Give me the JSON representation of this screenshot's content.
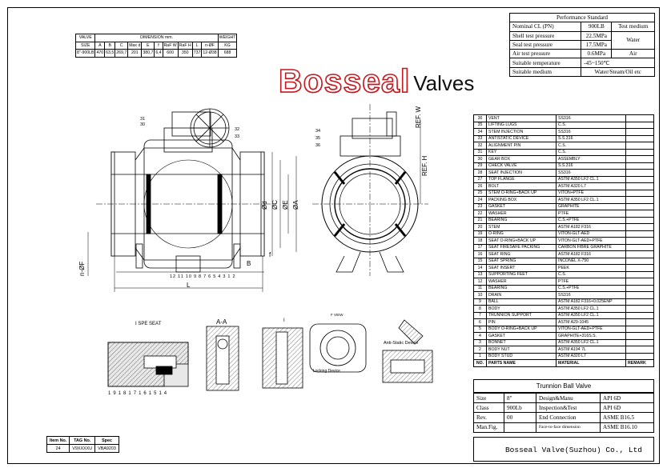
{
  "dimension_table": {
    "header_row1": {
      "valve": "VALVE",
      "dimension": "DIMENSION",
      "unit": "mm.",
      "weight": "WEIGHT"
    },
    "header_row2": [
      "SIZE",
      "A",
      "B",
      "C",
      "Max d",
      "E",
      "f",
      "RaF W",
      "RaF H",
      "L",
      "n-ØF",
      "KG"
    ],
    "values": [
      "8\"-900LB",
      "470",
      "63,5",
      "269,7",
      "201",
      "380,7",
      "6,4",
      "600",
      "350",
      "737",
      "12-Ø38",
      "688"
    ]
  },
  "performance_standard": {
    "title": "Performance Standard",
    "rows": [
      {
        "label": "Nominal CL (PN)",
        "value": "900LB",
        "medium": "Test medium"
      },
      {
        "label": "Shell test pressure",
        "value": "22.5MPa",
        "medium": "Water"
      },
      {
        "label": "Seal test pressure",
        "value": "17.5MPa",
        "medium": ""
      },
      {
        "label": "Air test pressure",
        "value": "0.6MPa",
        "medium": "Air"
      },
      {
        "label": "Suitable temperature",
        "value": "-45~150℃",
        "medium": ""
      },
      {
        "label": "Suitable medium",
        "value": "Water/Steam/Oil etc",
        "medium": ""
      }
    ]
  },
  "logo": {
    "brand": "Bosseal",
    "suffix": "Valves",
    "brand_color": "#c8181e"
  },
  "parts_list": {
    "header": {
      "no": "NO.",
      "name": "PARTS NAME",
      "material": "MATERIAL",
      "remark": "REMARK"
    },
    "rows": [
      {
        "no": "36",
        "name": "VENT",
        "material": "SS316"
      },
      {
        "no": "35",
        "name": "LIFTING LUGS",
        "material": "C.S."
      },
      {
        "no": "34",
        "name": "STEM INJECTION",
        "material": "SS316"
      },
      {
        "no": "33",
        "name": "ANTISTATIC DEVICE",
        "material": "S.S.316"
      },
      {
        "no": "32",
        "name": "ALIGNMENT PIN",
        "material": "C.S."
      },
      {
        "no": "31",
        "name": "KEY",
        "material": "C.S."
      },
      {
        "no": "30",
        "name": "GEAR BOX",
        "material": "ASSEMBLY"
      },
      {
        "no": "29",
        "name": "CHECK VALVE",
        "material": "S.S.316"
      },
      {
        "no": "28",
        "name": "SEAT INJECTION",
        "material": "SS316"
      },
      {
        "no": "27",
        "name": "TOP FLANGE",
        "material": "ASTM A350 LF2 CL.1"
      },
      {
        "no": "26",
        "name": "BOLT",
        "material": "ASTM A320 L7"
      },
      {
        "no": "25",
        "name": "STEM O-RING+BACK UP",
        "material": "VITON+PTFE"
      },
      {
        "no": "24",
        "name": "PACKING BOX",
        "material": "ASTM A350 LF2 CL.1"
      },
      {
        "no": "23",
        "name": "GASKET",
        "material": "GRAPHITE"
      },
      {
        "no": "22",
        "name": "WASHER",
        "material": "PTFE"
      },
      {
        "no": "21",
        "name": "BEARING",
        "material": "C.S.+PTFE"
      },
      {
        "no": "20",
        "name": "STEM",
        "material": "ASTM A182 F316"
      },
      {
        "no": "19",
        "name": "O-RING",
        "material": "VITON-GLT-AED"
      },
      {
        "no": "18",
        "name": "SEAT O-RING+BACK UP",
        "material": "VITON-GLT-AED+PTFE"
      },
      {
        "no": "17",
        "name": "SEAT FIRESAFE PACKING",
        "material": "CARBON FIBRE GRAPHITE"
      },
      {
        "no": "16",
        "name": "SEAT RING",
        "material": "ASTM A182 F316"
      },
      {
        "no": "15",
        "name": "SEAT SPRING",
        "material": "INCONEL X-750"
      },
      {
        "no": "14",
        "name": "SEAT INSERT",
        "material": "PEEK"
      },
      {
        "no": "13",
        "name": "SUPPORTING FEET",
        "material": "C.S."
      },
      {
        "no": "12",
        "name": "WASHER",
        "material": "PTFE"
      },
      {
        "no": "11",
        "name": "BEARING",
        "material": "C.S.+PTFE"
      },
      {
        "no": "10",
        "name": "DRAIN",
        "material": "SS316"
      },
      {
        "no": "9",
        "name": "BALL",
        "material": "ASTM A182 F316+0.025ENP"
      },
      {
        "no": "8",
        "name": "BODY",
        "material": "ASTM A350 LF2 CL.1"
      },
      {
        "no": "7",
        "name": "TRUNNION SUPPORT",
        "material": "ASTM A350 LF2 CL.1"
      },
      {
        "no": "6",
        "name": "PIN",
        "material": "ASTM A29-1045"
      },
      {
        "no": "5",
        "name": "BODY O-RING+BACK UP",
        "material": "VITON-GLT-AED+PTFE"
      },
      {
        "no": "4",
        "name": "GASKET",
        "material": "GRAPHITE+316S.S."
      },
      {
        "no": "3",
        "name": "BONNET",
        "material": "ASTM A350 LF2 CL.1"
      },
      {
        "no": "2",
        "name": "BODY NUT",
        "material": "ASTM A194 7L"
      },
      {
        "no": "1",
        "name": "BODY STUD",
        "material": "ASTM A320 L7"
      }
    ]
  },
  "title_block": {
    "title": "Trunnion Ball Valve",
    "rows": [
      {
        "k1": "Size",
        "v1": "8\"",
        "k2": "Design&Manu",
        "v2": "API 6D"
      },
      {
        "k1": "Class",
        "v1": "900Lb",
        "k2": "Inspection&Test",
        "v2": "API 6D"
      },
      {
        "k1": "Rev.",
        "v1": "00",
        "k2": "End Connection",
        "v2": "ASME B16.5"
      },
      {
        "k1": "Man.Fig.",
        "v1": "",
        "k2": "Face-to-face dimension",
        "v2": "ASME B16.10"
      }
    ],
    "company": "Bosseal Valve(Suzhou) Co., Ltd"
  },
  "tag_table": {
    "headers": [
      "Item No.",
      "TAG No.",
      "Spec"
    ],
    "values": [
      "24",
      "V9XXXXU",
      "VBA9203"
    ]
  },
  "drawing_labels": {
    "spe_seat": "I SPE SEAT",
    "section_aa": "A-A",
    "section_i": "I",
    "f_view": "F VIEW",
    "anti_static": "Anti-Static Device",
    "locking": "Locking Device",
    "ref_w": "REF. W",
    "ref_h": "REF. H",
    "dim_l": "L",
    "dim_nf": "n-ØF",
    "dim_b": "B",
    "dim_f": "f",
    "dia_d": "Ød",
    "dia_c": "ØC",
    "dia_e": "ØE",
    "dia_a": "ØA",
    "front_callouts": [
      "12",
      "11",
      "10",
      "9",
      "8",
      "7",
      "6",
      "5",
      "4",
      "3",
      "1",
      "2"
    ],
    "seat_callouts": [
      "19",
      "18",
      "17",
      "16",
      "15",
      "14"
    ],
    "top_callouts": [
      "31",
      "30",
      "32",
      "33",
      "34",
      "35",
      "36"
    ]
  }
}
